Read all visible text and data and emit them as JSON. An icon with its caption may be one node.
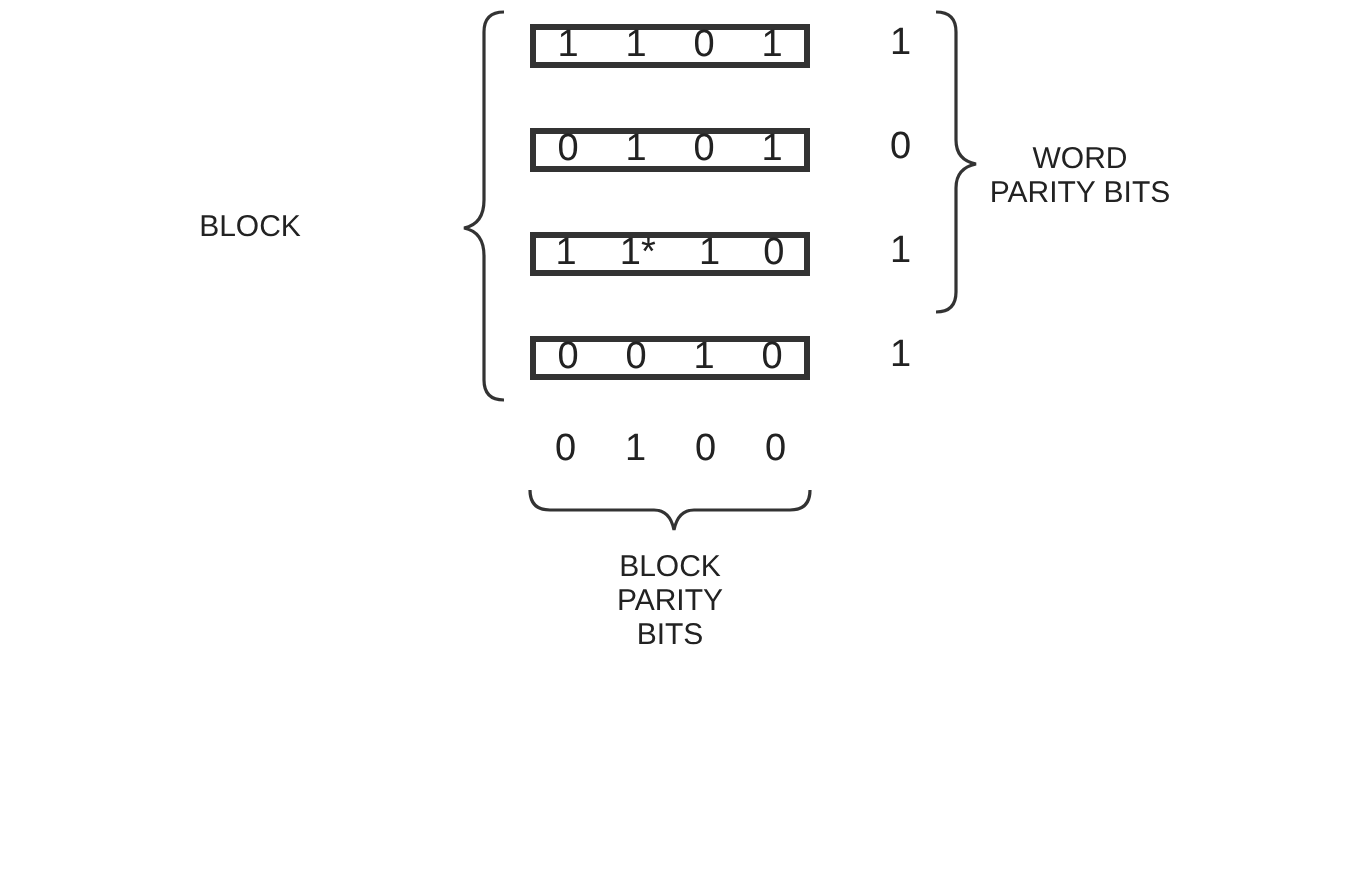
{
  "diagram": {
    "nodes": [
      {
        "text": [
          "1 1 0 1"
        ]
      },
      {
        "text": [
          "0 1 0 1"
        ]
      },
      {
        "text": [
          "1 1* 1 0"
        ]
      },
      {
        "text": [
          "0 0 1 0"
        ]
      }
    ],
    "labels": [
      "1",
      "0",
      "1",
      "1",
      "BLOCK",
      "WORD PARITY BITS",
      "0",
      "1",
      "0",
      "0",
      "BLOCK PARITY BITS"
    ]
  }
}
